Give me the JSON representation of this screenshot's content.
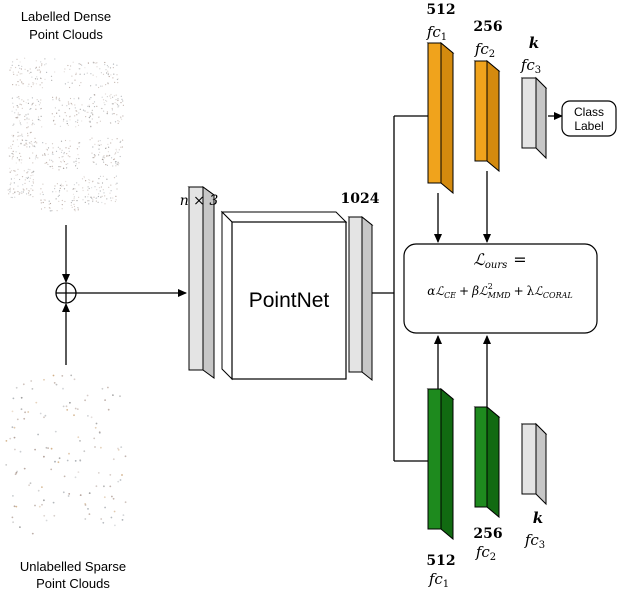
{
  "labels": {
    "dense_line1": "Labelled Dense",
    "dense_line2": "Point Clouds",
    "sparse_line1": "Unlabelled Sparse",
    "sparse_line2": "Point Clouds",
    "input_dim": "n × 3",
    "pointnet": "PointNet",
    "feat_dim": "1024",
    "fc1_units": "512",
    "fc2_units": "256",
    "fc3_units": "k",
    "fc1": "fc",
    "fc1_sub": "1",
    "fc2": "fc",
    "fc2_sub": "2",
    "fc3": "fc",
    "fc3_sub": "3",
    "class_line1": "Class",
    "class_line2": "Label"
  },
  "loss": {
    "L": "ℒ",
    "L_sub": "ours",
    "eq": "=",
    "alpha": "α",
    "ce_sub": "CE",
    "plus1": "+",
    "beta": "β",
    "mmd_sup": "2",
    "mmd_sub": "MMD",
    "plus2": "+",
    "lambda": "λ",
    "coral_sub": "CORAL"
  },
  "colors": {
    "orange": "#f0a31c",
    "orange_dark": "#d48a0e",
    "green": "#1e8a1e",
    "green_dark": "#116a11",
    "gray": "#e4e4e4",
    "gray_dark": "#c7c7c7"
  }
}
